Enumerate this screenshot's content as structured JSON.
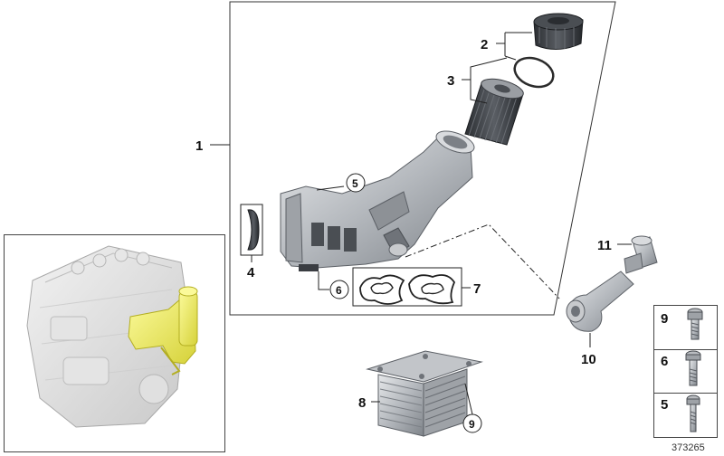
{
  "diagram": {
    "callouts": {
      "c1": "1",
      "c2": "2",
      "c3": "3",
      "c4": "4",
      "c5": "5",
      "c6": "6",
      "c7": "7",
      "c8": "8",
      "c9": "9",
      "c10": "10",
      "c11": "11"
    },
    "legend": {
      "bolt_a": "9",
      "bolt_b": "6",
      "bolt_c": "5"
    },
    "reference_number": "373265",
    "colors": {
      "highlight": "#f0ee58",
      "engine": "#dedede",
      "metal": "#b9bcc0",
      "dark": "#3a3d42",
      "line": "#222222"
    }
  }
}
